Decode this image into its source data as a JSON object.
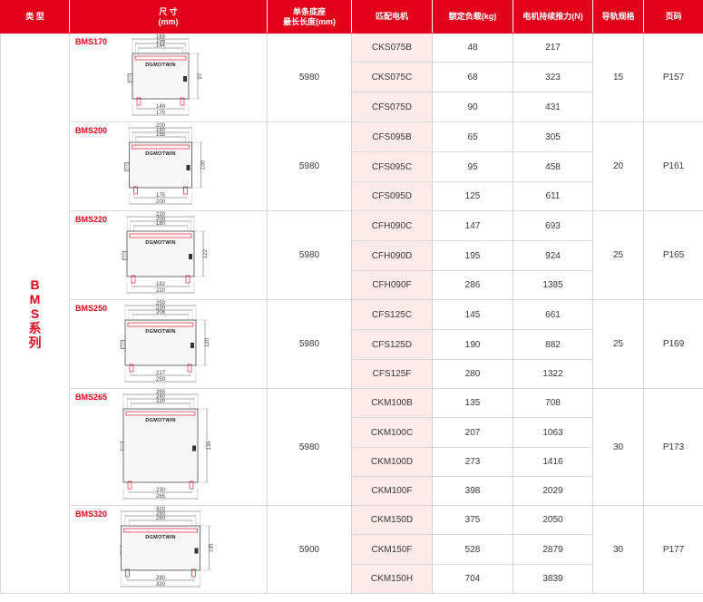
{
  "header": {
    "type": "类 型",
    "size": "尺 寸",
    "size_unit": "(mm)",
    "length_line1": "单条底座",
    "length_line2": "最长长度(mm)",
    "motor": "匹配电机",
    "load": "额定负载(kg)",
    "force": "电机持续推力(N)",
    "rail": "导轨规格",
    "page": "页码"
  },
  "category": [
    "B",
    "M",
    "S",
    "系",
    "列"
  ],
  "brand_text": "DGMOTWIN",
  "groups": [
    {
      "model": "BMS170",
      "max_length": "5980",
      "rail": "15",
      "page": "P157",
      "dims": {
        "top": [
          "169",
          "156",
          "144"
        ],
        "side": "97",
        "bottom": [
          "140",
          "170"
        ]
      },
      "rows": [
        {
          "motor": "CKS075B",
          "load": "48",
          "force": "217"
        },
        {
          "motor": "CKS075C",
          "load": "68",
          "force": "323"
        },
        {
          "motor": "CFS075D",
          "load": "90",
          "force": "431"
        }
      ]
    },
    {
      "model": "BMS200",
      "max_length": "5980",
      "rail": "20",
      "page": "P161",
      "dims": {
        "top": [
          "200",
          "180",
          "165"
        ],
        "side": "100",
        "bottom": [
          "175",
          "200"
        ]
      },
      "rows": [
        {
          "motor": "CFS095B",
          "load": "65",
          "force": "305"
        },
        {
          "motor": "CFS095C",
          "load": "95",
          "force": "458"
        },
        {
          "motor": "CFS095D",
          "load": "125",
          "force": "611"
        }
      ]
    },
    {
      "model": "BMS220",
      "max_length": "5980",
      "rail": "25",
      "page": "P165",
      "dims": {
        "top": [
          "220",
          "200",
          "180"
        ],
        "side": "122",
        "bottom": [
          "182",
          "220"
        ]
      },
      "rows": [
        {
          "motor": "CFH090C",
          "load": "147",
          "force": "693"
        },
        {
          "motor": "CFH090D",
          "load": "195",
          "force": "924"
        },
        {
          "motor": "CFH090F",
          "load": "286",
          "force": "1385"
        }
      ]
    },
    {
      "model": "BMS250",
      "max_length": "5980",
      "rail": "25",
      "page": "P169",
      "dims": {
        "top": [
          "250",
          "230",
          "208"
        ],
        "side": "120",
        "bottom": [
          "217",
          "250"
        ]
      },
      "rows": [
        {
          "motor": "CFS125C",
          "load": "145",
          "force": "661"
        },
        {
          "motor": "CFS125D",
          "load": "190",
          "force": "882"
        },
        {
          "motor": "CFS125F",
          "load": "280",
          "force": "1322"
        }
      ]
    },
    {
      "model": "BMS265",
      "max_length": "5980",
      "rail": "30",
      "page": "P173",
      "dims": {
        "top": [
          "265",
          "240",
          "220"
        ],
        "side": "135",
        "bottom": [
          "230",
          "265"
        ]
      },
      "rows": [
        {
          "motor": "CKM100B",
          "load": "135",
          "force": "708"
        },
        {
          "motor": "CKM100C",
          "load": "207",
          "force": "1063"
        },
        {
          "motor": "CKM100D",
          "load": "273",
          "force": "1416"
        },
        {
          "motor": "CKM100F",
          "load": "398",
          "force": "2029"
        }
      ]
    },
    {
      "model": "BMS320",
      "max_length": "5900",
      "rail": "30",
      "page": "P177",
      "dims": {
        "top": [
          "320",
          "290",
          "260"
        ],
        "side": "135",
        "bottom": [
          "280",
          "320"
        ]
      },
      "rows": [
        {
          "motor": "CKM150D",
          "load": "375",
          "force": "2050"
        },
        {
          "motor": "CKM150F",
          "load": "528",
          "force": "2879"
        },
        {
          "motor": "CKM150H",
          "load": "704",
          "force": "3839"
        }
      ]
    }
  ]
}
